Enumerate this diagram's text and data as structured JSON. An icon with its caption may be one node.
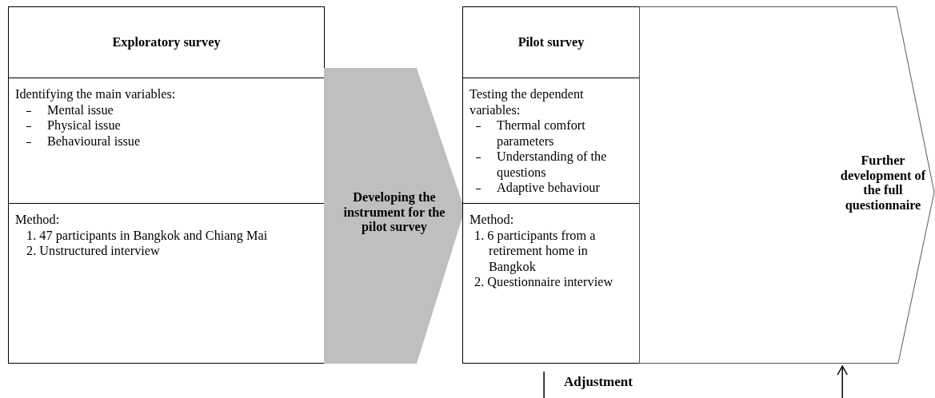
{
  "diagram": {
    "nodes": [
      {
        "text": [
          "Exploratory survey"
        ]
      },
      {
        "text": [
          "Identifying the main variables:",
          "Mental issue",
          "Physical issue",
          "Behavioural issue"
        ]
      },
      {
        "text": [
          "Method:",
          "1. 47 participants in Bangkok and Chiang Mai",
          "2. Unstructured interview"
        ]
      },
      {
        "text": [
          "Developing the instrument for the pilot survey"
        ]
      },
      {
        "text": [
          "Pilot survey"
        ]
      },
      {
        "text": [
          "Testing the dependent variables:",
          "Thermal comfort parameters",
          "Understanding of the questions",
          "Adaptive behaviour"
        ]
      },
      {
        "text": [
          "Method:",
          "1. 6 participants from a retirement home in Bangkok",
          "2. Questionnaire interview"
        ]
      },
      {
        "text": [
          "Further development of the full questionnaire"
        ]
      }
    ],
    "edges": [
      {
        "from": 6,
        "to": 7,
        "arrow": "to"
      }
    ],
    "labels": [
      "Adjustment"
    ]
  }
}
